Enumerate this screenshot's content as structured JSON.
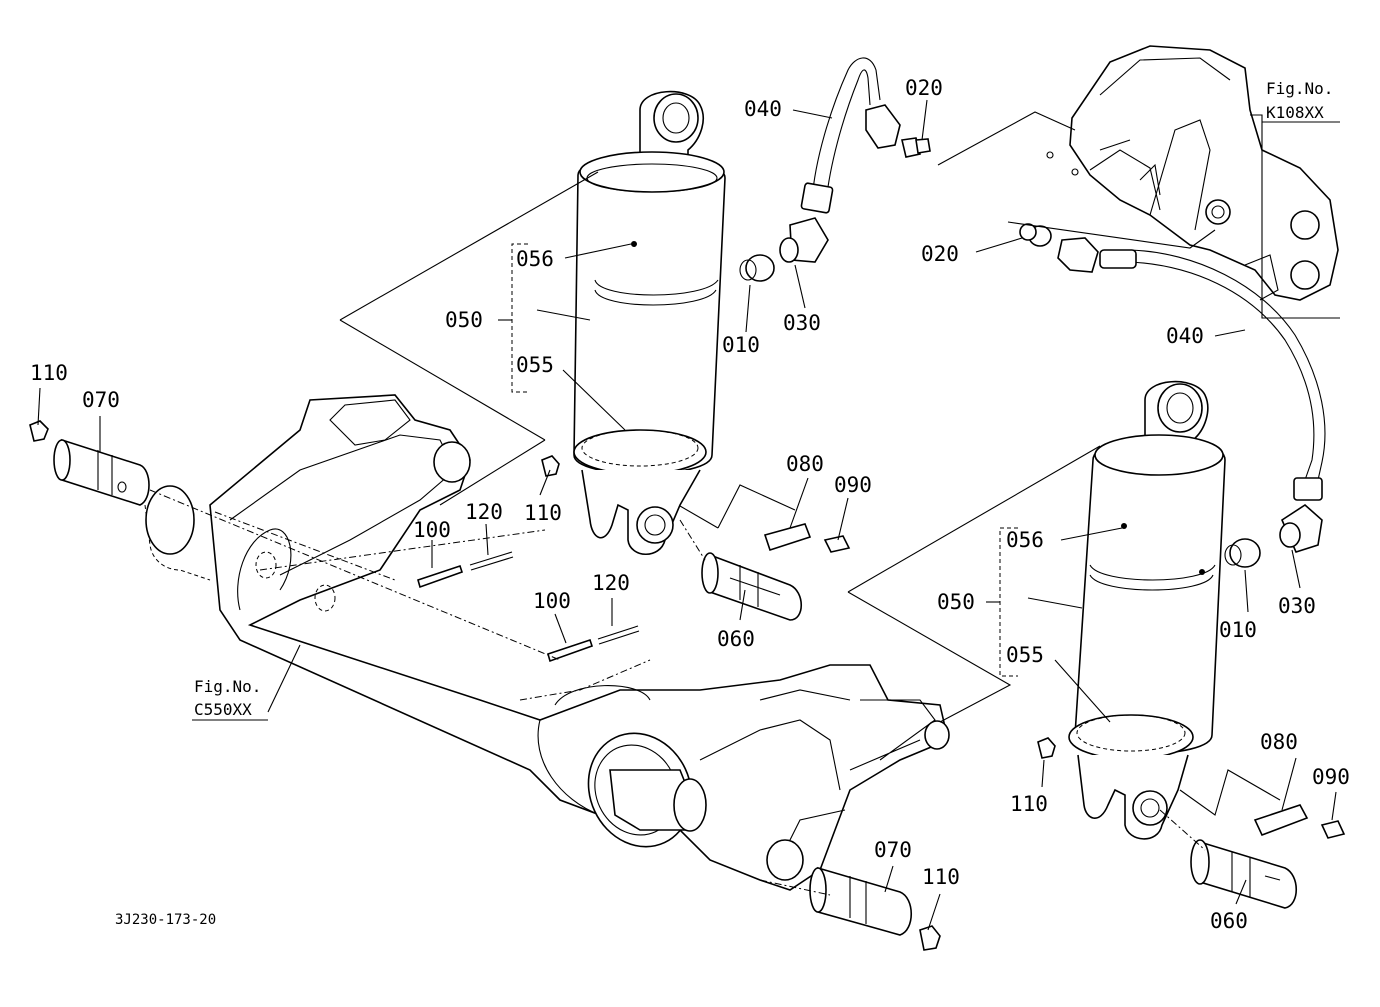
{
  "diagram": {
    "drawing_code": "3J230-173-20",
    "fig_refs": [
      {
        "id": "k108",
        "line1": "Fig.No.",
        "line2": "K108XX"
      },
      {
        "id": "c550",
        "line1": "Fig.No.",
        "line2": "C550XX"
      }
    ],
    "callouts": {
      "c040a": "040",
      "c020a": "020",
      "c056a": "056",
      "c050a": "050",
      "c055a": "055",
      "c010a": "010",
      "c030a": "030",
      "c110a": "110",
      "c070a": "070",
      "c110b": "110",
      "c100a": "100",
      "c120a": "120",
      "c080a": "080",
      "c090a": "090",
      "c100b": "100",
      "c120b": "120",
      "c060a": "060",
      "c020b": "020",
      "c040b": "040",
      "c056b": "056",
      "c050b": "050",
      "c055b": "055",
      "c010b": "010",
      "c030b": "030",
      "c110c": "110",
      "c080b": "080",
      "c090b": "090",
      "c060b": "060",
      "c070b": "070",
      "c110d": "110"
    }
  }
}
